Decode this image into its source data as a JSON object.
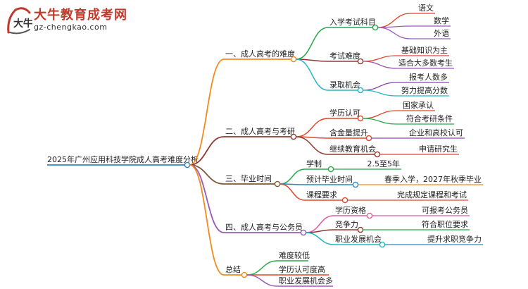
{
  "logo": {
    "title": "大牛教育成考网",
    "url": "gz-chengkao.com",
    "mark_text": "大牛"
  },
  "mindmap": {
    "root": "2025年广州应用科技学院成人高考难度分析",
    "branches": [
      {
        "label": "一、成人高考的难度",
        "color": "#f28a1e",
        "children": [
          {
            "label": "入学考试科目",
            "color": "#2aa84a",
            "children": [
              {
                "label": "语文",
                "color": "#e0462c"
              },
              {
                "label": "数学",
                "color": "#9b59b6"
              },
              {
                "label": "外语",
                "color": "#9b59b6"
              }
            ]
          },
          {
            "label": "考试难度",
            "color": "#8e3a2e",
            "children": [
              {
                "label": "基础知识为主",
                "color": "#e0462c"
              },
              {
                "label": "适合大多数考生",
                "color": "#9b59b6"
              }
            ]
          },
          {
            "label": "录取机会",
            "color": "#27b6c9",
            "children": [
              {
                "label": "报考人数多",
                "color": "#8e44ad"
              },
              {
                "label": "努力提高分数",
                "color": "#27b6c9"
              }
            ]
          }
        ]
      },
      {
        "label": "二、成人高考与考研",
        "color": "#8e3a2e",
        "children": [
          {
            "label": "学历认可",
            "color": "#e0462c",
            "children": [
              {
                "label": "国家承认",
                "color": "#e0462c"
              },
              {
                "label": "符合考研条件",
                "color": "#2aa84a"
              }
            ]
          },
          {
            "label": "含金量提升",
            "color": "#e0462c",
            "children": [
              {
                "label": "企业和高校认可",
                "color": "#8e44ad"
              }
            ]
          },
          {
            "label": "继续教育机会",
            "color": "#8e3a2e",
            "children": [
              {
                "label": "申请研究生",
                "color": "#e0462c"
              }
            ]
          }
        ]
      },
      {
        "label": "三、毕业时间",
        "color": "#7a5a3a",
        "children": [
          {
            "label": "学制",
            "color": "#2aa84a",
            "children": [
              {
                "label": "2.5至5年",
                "color": "#2aa84a"
              }
            ]
          },
          {
            "label": "预计毕业时间",
            "color": "#2e86c1",
            "children": [
              {
                "label": "春季入学，2027年秋季毕业",
                "color": "#f28a1e"
              }
            ]
          },
          {
            "label": "课程要求",
            "color": "#e0462c",
            "children": [
              {
                "label": "完成规定课程和考试",
                "color": "#e0462c"
              }
            ]
          }
        ]
      },
      {
        "label": "四、成人高考与公务员",
        "color": "#9b59b6",
        "children": [
          {
            "label": "学历资格",
            "color": "#e05a9e",
            "children": [
              {
                "label": "可报考公务员",
                "color": "#e05a9e"
              }
            ]
          },
          {
            "label": "竞争力",
            "color": "#8e3a2e",
            "children": [
              {
                "label": "符合职位要求",
                "color": "#2aa84a"
              }
            ]
          },
          {
            "label": "职业发展机会",
            "color": "#27b6c9",
            "children": [
              {
                "label": "提升求职竞争力",
                "color": "#2e86c1"
              }
            ]
          }
        ]
      },
      {
        "label": "总结",
        "color": "#f28a1e",
        "children": [
          {
            "label": "难度较低",
            "color": "#2aa84a",
            "children": []
          },
          {
            "label": "学历认可度高",
            "color": "#e0462c",
            "children": []
          },
          {
            "label": "职业发展机会多",
            "color": "#9b59b6",
            "children": []
          }
        ]
      }
    ]
  }
}
